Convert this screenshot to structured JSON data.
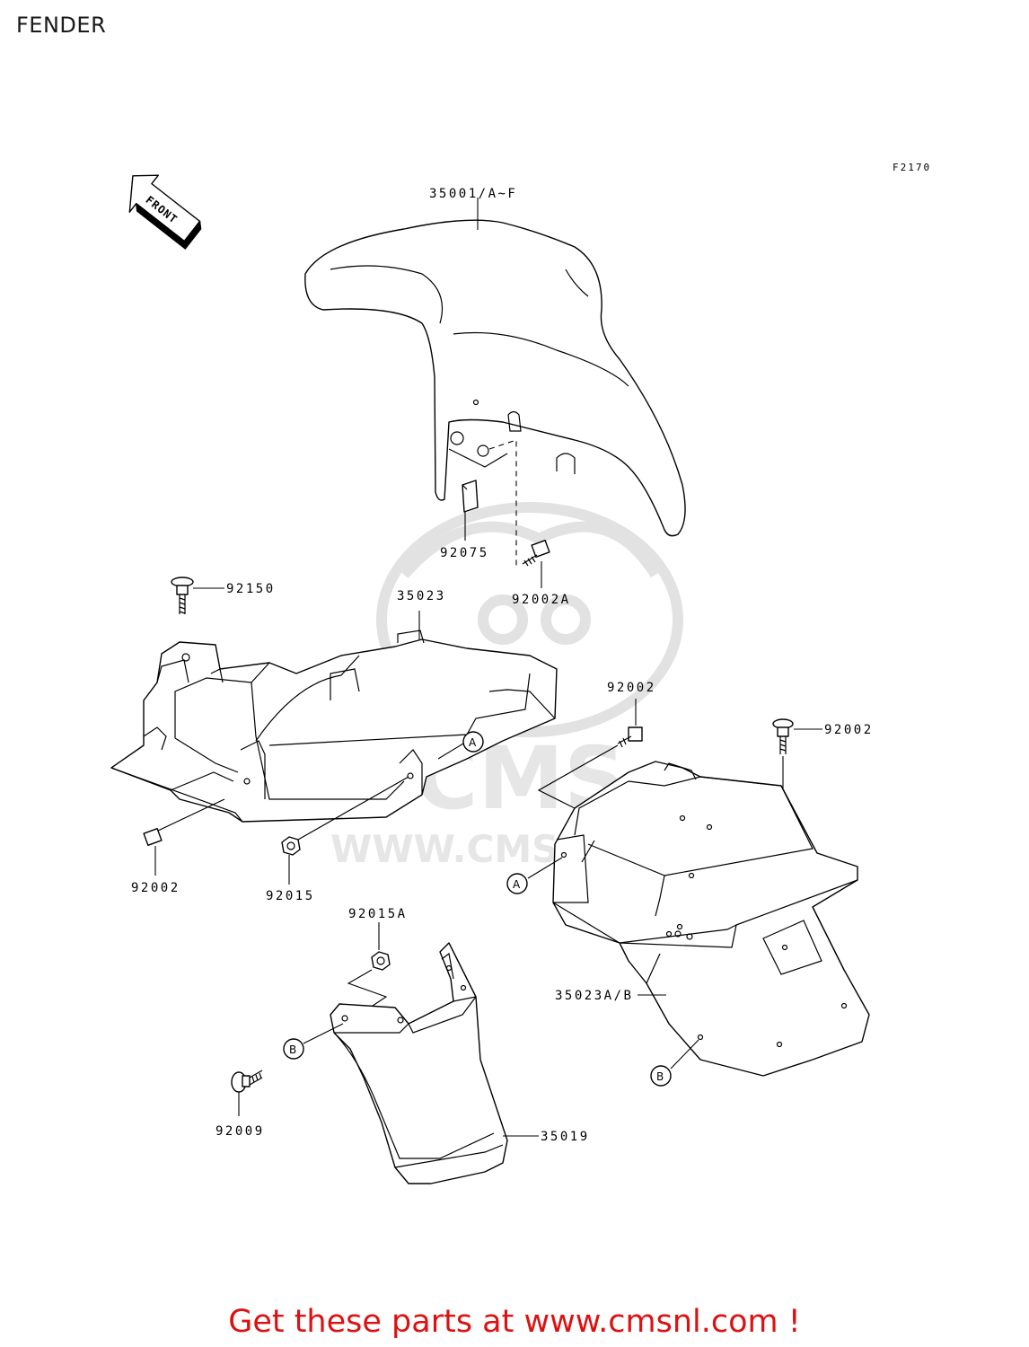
{
  "title": "FENDER",
  "figure_code": "F2170",
  "front_label": "FRONT",
  "footer_text": "Get these parts at www.cmsnl.com !",
  "watermark": {
    "logo_text": "CMS",
    "url_text": "WWW.CMSNL.COM",
    "color": "#e2e2e2"
  },
  "parts": {
    "front_fender": "35001/A~F",
    "pad": "92075",
    "bolt_front_fender": "92002A",
    "bolt_top": "92150",
    "inner_fender": "35023",
    "bolt_inner": "92002",
    "nut": "92015",
    "bolt_right_upper": "92002",
    "bolt_right_top": "92002",
    "rear_fender": "35023A/B",
    "nut_flap": "92015A",
    "bolt_flap": "92009",
    "flap": "35019"
  },
  "refs": {
    "a": "A",
    "b": "B"
  },
  "colors": {
    "footer": "#dd1111",
    "line": "#000000"
  }
}
